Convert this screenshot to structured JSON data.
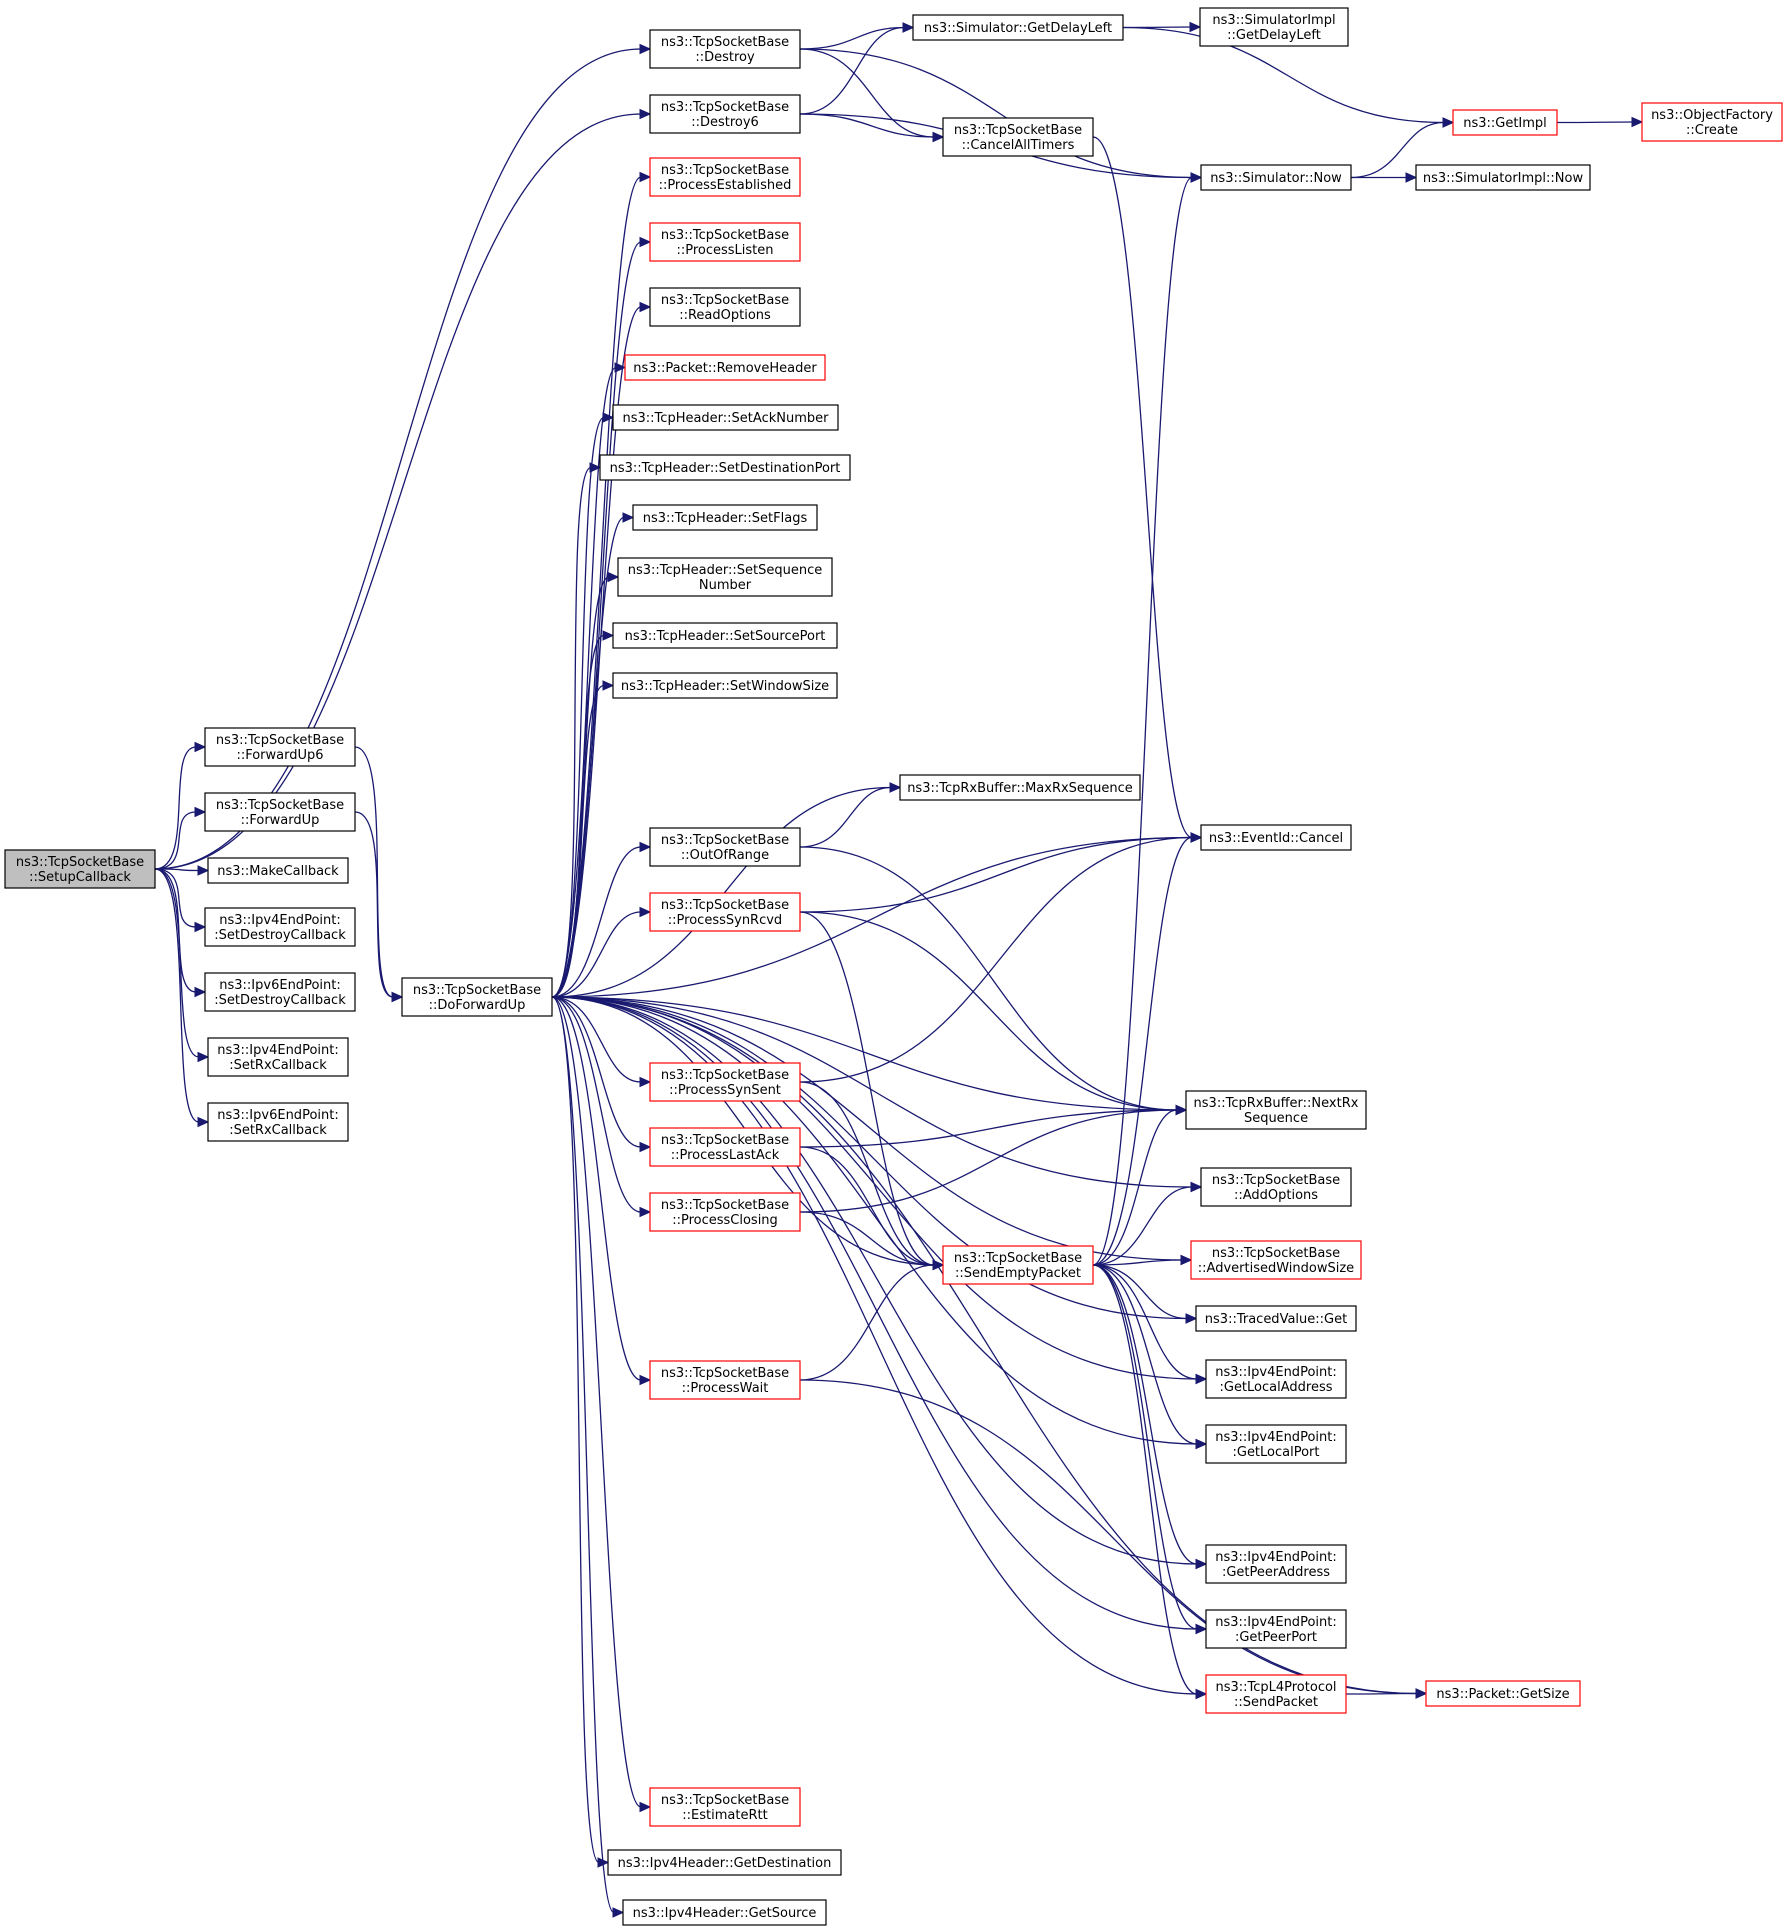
{
  "graph": {
    "root": "setup",
    "colors": {
      "edge": "#191970",
      "node_border": "#000000",
      "truncated_border": "#ff0000",
      "root_fill": "#bfbfbf"
    },
    "nodes": [
      {
        "id": "setup",
        "lines": [
          "ns3::TcpSocketBase",
          "::SetupCallback"
        ],
        "style": "root"
      },
      {
        "id": "destroy",
        "lines": [
          "ns3::TcpSocketBase",
          "::Destroy"
        ],
        "style": "normal"
      },
      {
        "id": "destroy6",
        "lines": [
          "ns3::TcpSocketBase",
          "::Destroy6"
        ],
        "style": "normal"
      },
      {
        "id": "forwardup6",
        "lines": [
          "ns3::TcpSocketBase",
          "::ForwardUp6"
        ],
        "style": "normal"
      },
      {
        "id": "forwardup",
        "lines": [
          "ns3::TcpSocketBase",
          "::ForwardUp"
        ],
        "style": "normal"
      },
      {
        "id": "makecallback",
        "lines": [
          "ns3::MakeCallback"
        ],
        "style": "normal"
      },
      {
        "id": "ipv4setdestroy",
        "lines": [
          "ns3::Ipv4EndPoint:",
          ":SetDestroyCallback"
        ],
        "style": "normal"
      },
      {
        "id": "ipv6setdestroy",
        "lines": [
          "ns3::Ipv6EndPoint:",
          ":SetDestroyCallback"
        ],
        "style": "normal"
      },
      {
        "id": "ipv4setrx",
        "lines": [
          "ns3::Ipv4EndPoint:",
          ":SetRxCallback"
        ],
        "style": "normal"
      },
      {
        "id": "ipv6setrx",
        "lines": [
          "ns3::Ipv6EndPoint:",
          ":SetRxCallback"
        ],
        "style": "normal"
      },
      {
        "id": "doforwardup",
        "lines": [
          "ns3::TcpSocketBase",
          "::DoForwardUp"
        ],
        "style": "normal"
      },
      {
        "id": "processestablished",
        "lines": [
          "ns3::TcpSocketBase",
          "::ProcessEstablished"
        ],
        "style": "red"
      },
      {
        "id": "processlisten",
        "lines": [
          "ns3::TcpSocketBase",
          "::ProcessListen"
        ],
        "style": "red"
      },
      {
        "id": "readoptions",
        "lines": [
          "ns3::TcpSocketBase",
          "::ReadOptions"
        ],
        "style": "normal"
      },
      {
        "id": "removeheader",
        "lines": [
          "ns3::Packet::RemoveHeader"
        ],
        "style": "red"
      },
      {
        "id": "setacknumber",
        "lines": [
          "ns3::TcpHeader::SetAckNumber"
        ],
        "style": "normal"
      },
      {
        "id": "setdestport",
        "lines": [
          "ns3::TcpHeader::SetDestinationPort"
        ],
        "style": "normal"
      },
      {
        "id": "setflags",
        "lines": [
          "ns3::TcpHeader::SetFlags"
        ],
        "style": "normal"
      },
      {
        "id": "setseqnum",
        "lines": [
          "ns3::TcpHeader::SetSequence",
          "Number"
        ],
        "style": "normal"
      },
      {
        "id": "setsourceport",
        "lines": [
          "ns3::TcpHeader::SetSourcePort"
        ],
        "style": "normal"
      },
      {
        "id": "setwindowsize",
        "lines": [
          "ns3::TcpHeader::SetWindowSize"
        ],
        "style": "normal"
      },
      {
        "id": "outofrange",
        "lines": [
          "ns3::TcpSocketBase",
          "::OutOfRange"
        ],
        "style": "normal"
      },
      {
        "id": "processsynrcvd",
        "lines": [
          "ns3::TcpSocketBase",
          "::ProcessSynRcvd"
        ],
        "style": "red"
      },
      {
        "id": "processsynsent",
        "lines": [
          "ns3::TcpSocketBase",
          "::ProcessSynSent"
        ],
        "style": "red"
      },
      {
        "id": "processlastack",
        "lines": [
          "ns3::TcpSocketBase",
          "::ProcessLastAck"
        ],
        "style": "red"
      },
      {
        "id": "processclosing",
        "lines": [
          "ns3::TcpSocketBase",
          "::ProcessClosing"
        ],
        "style": "red"
      },
      {
        "id": "processwait",
        "lines": [
          "ns3::TcpSocketBase",
          "::ProcessWait"
        ],
        "style": "red"
      },
      {
        "id": "estimatertt",
        "lines": [
          "ns3::TcpSocketBase",
          "::EstimateRtt"
        ],
        "style": "red"
      },
      {
        "id": "getdestination",
        "lines": [
          "ns3::Ipv4Header::GetDestination"
        ],
        "style": "normal"
      },
      {
        "id": "getsource",
        "lines": [
          "ns3::Ipv4Header::GetSource"
        ],
        "style": "normal"
      },
      {
        "id": "getdelayleft",
        "lines": [
          "ns3::Simulator::GetDelayLeft"
        ],
        "style": "normal"
      },
      {
        "id": "implgetdelayleft",
        "lines": [
          "ns3::SimulatorImpl",
          "::GetDelayLeft"
        ],
        "style": "normal"
      },
      {
        "id": "cancelalltimers",
        "lines": [
          "ns3::TcpSocketBase",
          "::CancelAllTimers"
        ],
        "style": "normal"
      },
      {
        "id": "maxrxsequence",
        "lines": [
          "ns3::TcpRxBuffer::MaxRxSequence"
        ],
        "style": "normal"
      },
      {
        "id": "sendemptypacket",
        "lines": [
          "ns3::TcpSocketBase",
          "::SendEmptyPacket"
        ],
        "style": "red"
      },
      {
        "id": "getimpl",
        "lines": [
          "ns3::GetImpl"
        ],
        "style": "red"
      },
      {
        "id": "objectfactorycreate",
        "lines": [
          "ns3::ObjectFactory",
          "::Create"
        ],
        "style": "red"
      },
      {
        "id": "simnow",
        "lines": [
          "ns3::Simulator::Now"
        ],
        "style": "normal"
      },
      {
        "id": "implnow",
        "lines": [
          "ns3::SimulatorImpl::Now"
        ],
        "style": "normal"
      },
      {
        "id": "eventcancel",
        "lines": [
          "ns3::EventId::Cancel"
        ],
        "style": "normal"
      },
      {
        "id": "nextrxseq",
        "lines": [
          "ns3::TcpRxBuffer::NextRx",
          "Sequence"
        ],
        "style": "normal"
      },
      {
        "id": "addoptions",
        "lines": [
          "ns3::TcpSocketBase",
          "::AddOptions"
        ],
        "style": "normal"
      },
      {
        "id": "advwindowsize",
        "lines": [
          "ns3::TcpSocketBase",
          "::AdvertisedWindowSize"
        ],
        "style": "red"
      },
      {
        "id": "tracedget",
        "lines": [
          "ns3::TracedValue::Get"
        ],
        "style": "normal"
      },
      {
        "id": "getlocaladdr",
        "lines": [
          "ns3::Ipv4EndPoint:",
          ":GetLocalAddress"
        ],
        "style": "normal"
      },
      {
        "id": "getlocalport",
        "lines": [
          "ns3::Ipv4EndPoint:",
          ":GetLocalPort"
        ],
        "style": "normal"
      },
      {
        "id": "getpeeraddr",
        "lines": [
          "ns3::Ipv4EndPoint:",
          ":GetPeerAddress"
        ],
        "style": "normal"
      },
      {
        "id": "getpeerport",
        "lines": [
          "ns3::Ipv4EndPoint:",
          ":GetPeerPort"
        ],
        "style": "normal"
      },
      {
        "id": "l4sendpacket",
        "lines": [
          "ns3::TcpL4Protocol",
          "::SendPacket"
        ],
        "style": "red"
      },
      {
        "id": "packetgetsize",
        "lines": [
          "ns3::Packet::GetSize"
        ],
        "style": "red"
      }
    ],
    "edges": [
      [
        "setup",
        "destroy"
      ],
      [
        "setup",
        "destroy6"
      ],
      [
        "setup",
        "forwardup6"
      ],
      [
        "setup",
        "forwardup"
      ],
      [
        "setup",
        "makecallback"
      ],
      [
        "setup",
        "ipv4setdestroy"
      ],
      [
        "setup",
        "ipv6setdestroy"
      ],
      [
        "setup",
        "ipv4setrx"
      ],
      [
        "setup",
        "ipv6setrx"
      ],
      [
        "destroy",
        "getdelayleft"
      ],
      [
        "destroy",
        "cancelalltimers"
      ],
      [
        "destroy",
        "simnow"
      ],
      [
        "destroy6",
        "getdelayleft"
      ],
      [
        "destroy6",
        "cancelalltimers"
      ],
      [
        "destroy6",
        "simnow"
      ],
      [
        "forwardup6",
        "doforwardup"
      ],
      [
        "forwardup",
        "doforwardup"
      ],
      [
        "getdelayleft",
        "implgetdelayleft"
      ],
      [
        "getdelayleft",
        "getimpl"
      ],
      [
        "getimpl",
        "objectfactorycreate"
      ],
      [
        "simnow",
        "getimpl"
      ],
      [
        "simnow",
        "implnow"
      ],
      [
        "cancelalltimers",
        "eventcancel"
      ],
      [
        "doforwardup",
        "processestablished"
      ],
      [
        "doforwardup",
        "processlisten"
      ],
      [
        "doforwardup",
        "readoptions"
      ],
      [
        "doforwardup",
        "removeheader"
      ],
      [
        "doforwardup",
        "setacknumber"
      ],
      [
        "doforwardup",
        "setdestport"
      ],
      [
        "doforwardup",
        "setflags"
      ],
      [
        "doforwardup",
        "setseqnum"
      ],
      [
        "doforwardup",
        "setsourceport"
      ],
      [
        "doforwardup",
        "setwindowsize"
      ],
      [
        "doforwardup",
        "eventcancel"
      ],
      [
        "doforwardup",
        "maxrxsequence"
      ],
      [
        "doforwardup",
        "outofrange"
      ],
      [
        "doforwardup",
        "processsynrcvd"
      ],
      [
        "doforwardup",
        "nextrxseq"
      ],
      [
        "doforwardup",
        "addoptions"
      ],
      [
        "doforwardup",
        "processsynsent"
      ],
      [
        "doforwardup",
        "processlastack"
      ],
      [
        "doforwardup",
        "processclosing"
      ],
      [
        "doforwardup",
        "sendemptypacket"
      ],
      [
        "doforwardup",
        "advwindowsize"
      ],
      [
        "doforwardup",
        "processwait"
      ],
      [
        "doforwardup",
        "tracedget"
      ],
      [
        "doforwardup",
        "getlocaladdr"
      ],
      [
        "doforwardup",
        "getlocalport"
      ],
      [
        "doforwardup",
        "getpeeraddr"
      ],
      [
        "doforwardup",
        "getpeerport"
      ],
      [
        "doforwardup",
        "l4sendpacket"
      ],
      [
        "doforwardup",
        "packetgetsize"
      ],
      [
        "doforwardup",
        "estimatertt"
      ],
      [
        "doforwardup",
        "getdestination"
      ],
      [
        "doforwardup",
        "getsource"
      ],
      [
        "outofrange",
        "maxrxsequence"
      ],
      [
        "outofrange",
        "nextrxseq"
      ],
      [
        "processsynrcvd",
        "eventcancel"
      ],
      [
        "processsynrcvd",
        "nextrxseq"
      ],
      [
        "processsynrcvd",
        "sendemptypacket"
      ],
      [
        "processsynsent",
        "eventcancel"
      ],
      [
        "processsynsent",
        "sendemptypacket"
      ],
      [
        "processlastack",
        "nextrxseq"
      ],
      [
        "processlastack",
        "sendemptypacket"
      ],
      [
        "processclosing",
        "nextrxseq"
      ],
      [
        "processclosing",
        "sendemptypacket"
      ],
      [
        "processwait",
        "sendemptypacket"
      ],
      [
        "processwait",
        "packetgetsize"
      ],
      [
        "sendemptypacket",
        "simnow"
      ],
      [
        "sendemptypacket",
        "eventcancel"
      ],
      [
        "sendemptypacket",
        "nextrxseq"
      ],
      [
        "sendemptypacket",
        "addoptions"
      ],
      [
        "sendemptypacket",
        "advwindowsize"
      ],
      [
        "sendemptypacket",
        "tracedget"
      ],
      [
        "sendemptypacket",
        "getlocaladdr"
      ],
      [
        "sendemptypacket",
        "getlocalport"
      ],
      [
        "sendemptypacket",
        "getpeeraddr"
      ],
      [
        "sendemptypacket",
        "getpeerport"
      ],
      [
        "sendemptypacket",
        "l4sendpacket"
      ],
      [
        "l4sendpacket",
        "packetgetsize"
      ]
    ]
  }
}
